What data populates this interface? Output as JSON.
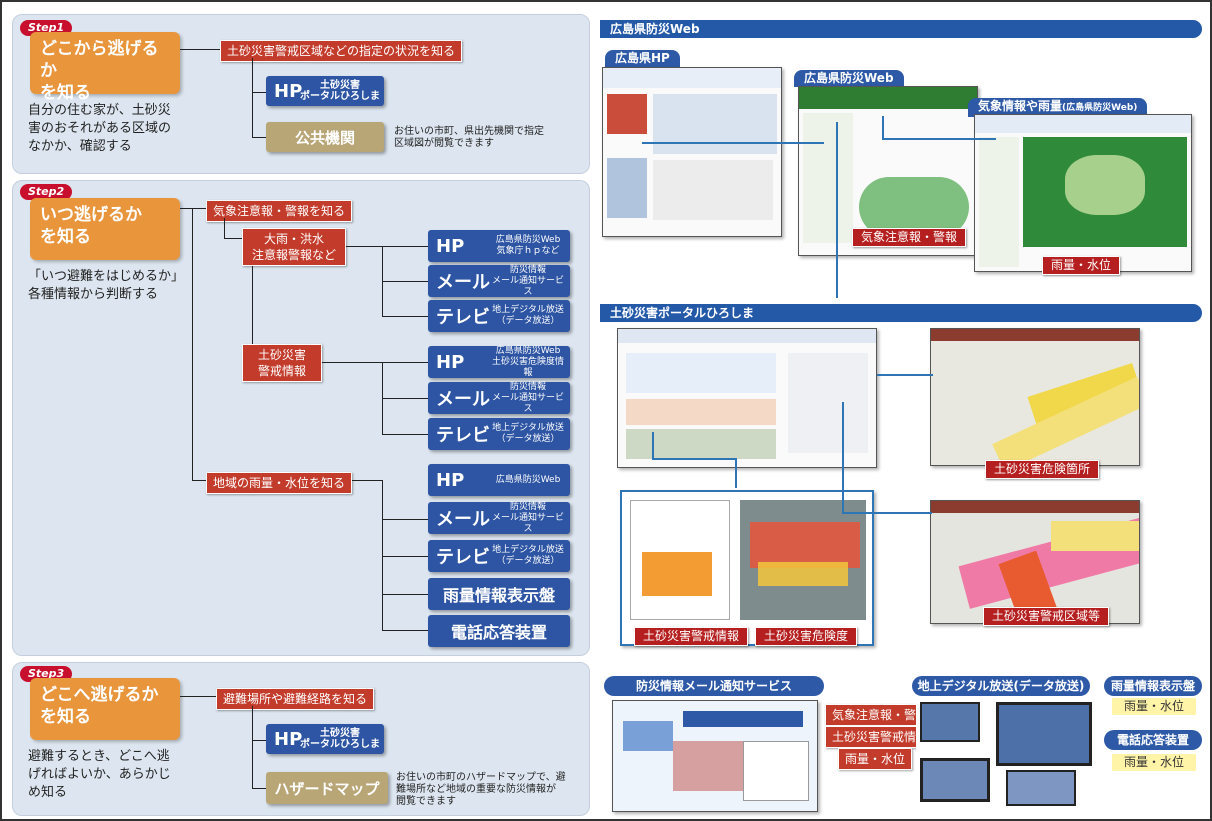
{
  "step1": {
    "tag": "Step1",
    "title": "どこから逃げるか\nを知る",
    "desc": "自分の住む家が、土砂災\n害のおそれがある区域の\nなかか、確認する",
    "label": "土砂災害警戒区域などの指定の状況を知る",
    "hp_big": "HP",
    "hp_small": "土砂災害\nポータルひろしま",
    "public_org": "公共機関",
    "public_note": "お住いの市町、県出先機関で指定\n区域図が閲覧できます"
  },
  "step2": {
    "tag": "Step2",
    "title": "いつ逃げるか\nを知る",
    "desc": "「いつ避難をはじめるか」\n各種情報から判断する",
    "weather_label": "気象注意報・警報を知る",
    "heavy_rain_label": "大雨・洪水\n注意報警報など",
    "sediment_label": "土砂災害\n警戒情報",
    "rainfall_label": "地域の雨量・水位を知る",
    "media": [
      {
        "big": "HP",
        "small": "広島県防災Web\n気象庁ｈｐなど"
      },
      {
        "big": "メール",
        "small": "防災情報\nメール通知サービス"
      },
      {
        "big": "テレビ",
        "small": "地上デジタル放送\n（データ放送）"
      },
      {
        "big": "HP",
        "small": "広島県防災Web\n土砂災害危険度情報"
      },
      {
        "big": "メール",
        "small": "防災情報\nメール通知サービス"
      },
      {
        "big": "テレビ",
        "small": "地上デジタル放送\n（データ放送）"
      },
      {
        "big": "HP",
        "small": "広島県防災Web"
      },
      {
        "big": "メール",
        "small": "防災情報\nメール通知サービス"
      },
      {
        "big": "テレビ",
        "small": "地上デジタル放送\n（データ放送）"
      }
    ],
    "rain_display": "雨量情報表示盤",
    "phone_system": "電話応答装置"
  },
  "step3": {
    "tag": "Step3",
    "title": "どこへ逃げるか\nを知る",
    "desc": "避難するとき、どこへ逃\nげればよいか、あらかじ\nめ知る",
    "label": "避難場所や避難経路を知る",
    "hp_big": "HP",
    "hp_small": "土砂災害\nポータルひろしま",
    "hazard_map": "ハザードマップ",
    "hazard_note": "お住いの市町のハザードマップで、避\n難場所など地域の重要な防災情報が\n閲覧できます"
  },
  "right": {
    "bar1": "広島県防災Web",
    "tab_hp": "広島県HP",
    "tab_bousai": "広島県防災Web",
    "tab_weather": "気象情報や雨量",
    "tab_weather_sub": "(広島県防災Web)",
    "cap_weather_warning": "気象注意報・警報",
    "cap_rain_level": "雨量・水位",
    "bar2": "土砂災害ポータルひろしま",
    "cap_danger_spots": "土砂災害危険箇所",
    "cap_alert_info": "土砂災害警戒情報",
    "cap_danger_level": "土砂災害危険度",
    "cap_alert_zone": "土砂災害警戒区域等",
    "mail_title": "防災情報メール通知サービス",
    "tv_title": "地上デジタル放送(データ放送)",
    "side_labels": [
      "気象注意報・警報",
      "土砂災害警戒情報",
      "雨量・水位"
    ],
    "rain_display_title": "雨量情報表示盤",
    "rain_display_item": "雨量・水位",
    "phone_title": "電話応答装置",
    "phone_item": "雨量・水位"
  }
}
